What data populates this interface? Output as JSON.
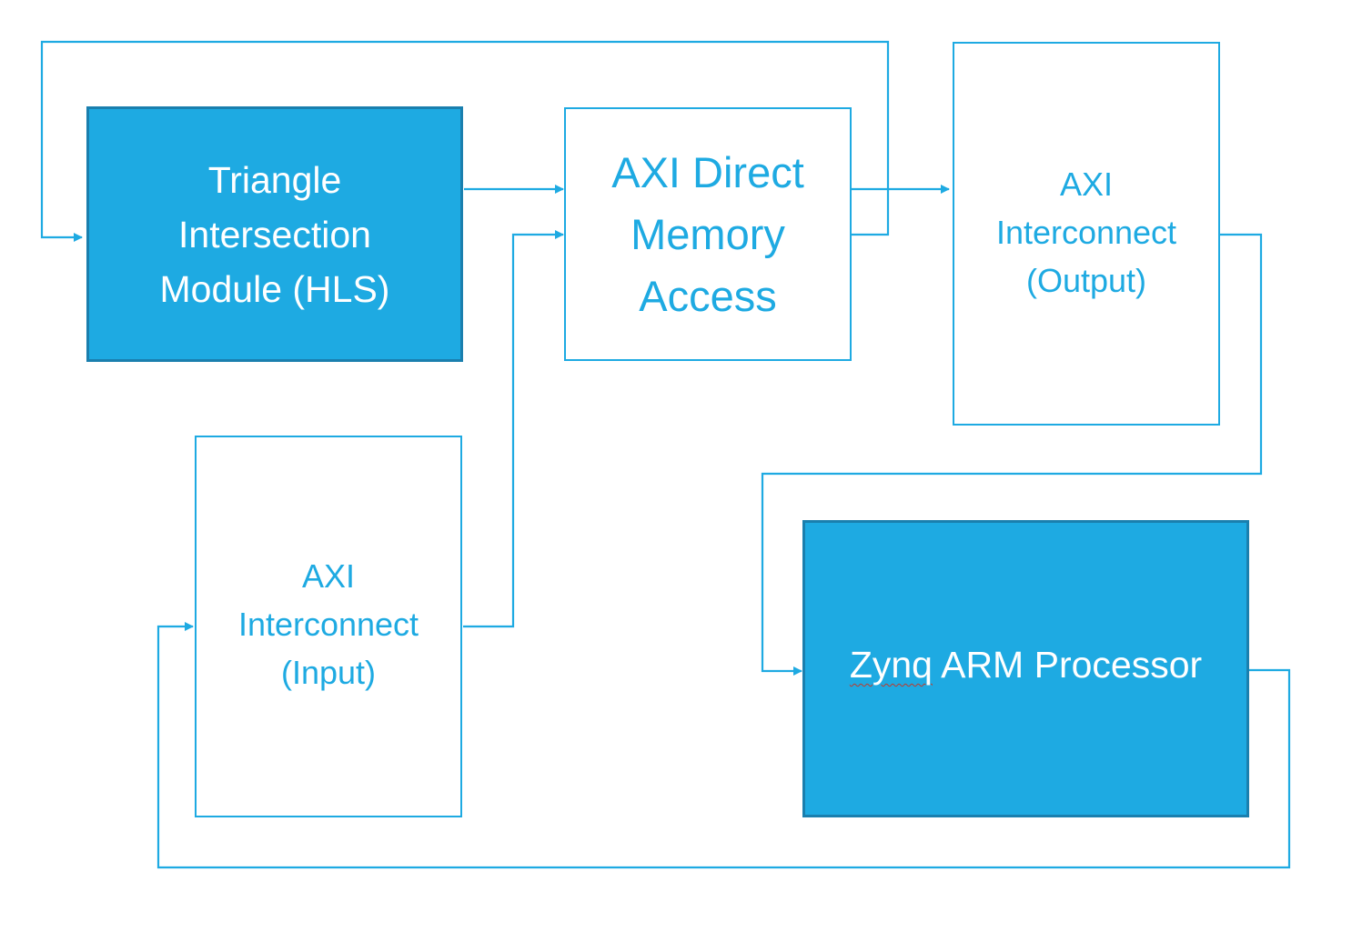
{
  "colors": {
    "accent": "#1eaae2",
    "filled_border": "#1a7fae",
    "filled_text": "#ffffff",
    "spell_check_underline": "#c0392b"
  },
  "blocks": {
    "triangle_module": {
      "label": "Triangle\nIntersection\nModule (HLS)"
    },
    "dma": {
      "label": "AXI Direct\nMemory\nAccess"
    },
    "interconnect_output": {
      "label": "AXI\nInterconnect\n(Output)"
    },
    "interconnect_input": {
      "label": "AXI\nInterconnect\n(Input)"
    },
    "zynq": {
      "label_word1": "Zynq",
      "label_rest": " ARM Processor"
    }
  }
}
